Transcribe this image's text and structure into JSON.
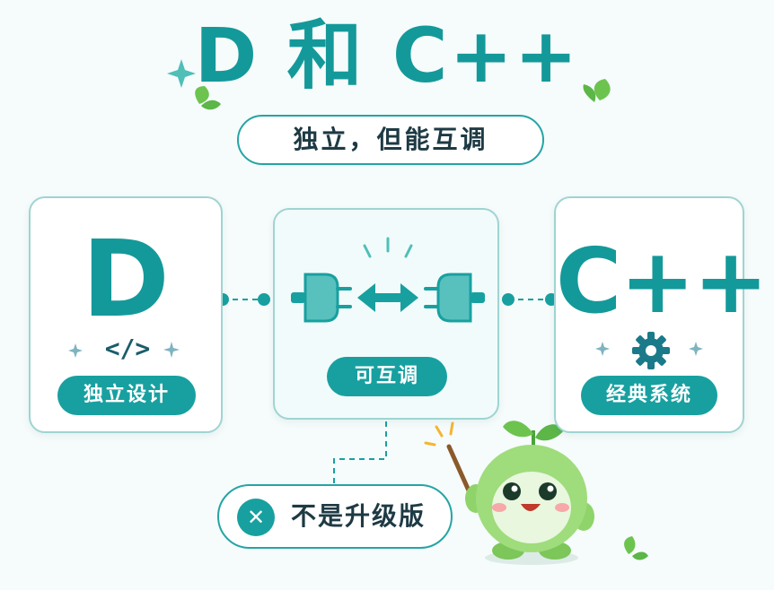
{
  "title": "D 和 C++",
  "subtitle": "独立，但能互调",
  "left_card": {
    "letter": "D",
    "code_symbol": "</>",
    "label": "独立设计"
  },
  "middle_card": {
    "label": "可互调"
  },
  "right_card": {
    "letter": "C++",
    "label": "经典系统"
  },
  "note": {
    "mark": "✕",
    "text": "不是升级版"
  },
  "colors": {
    "primary": "#18a0a0",
    "dark_text": "#1e3a44",
    "leaf_green": "#6cc44f",
    "mascot_body": "#9fdc7c"
  },
  "icons": [
    "sparkle-icon",
    "leaf-icon",
    "code-icon",
    "plug-icon",
    "double-arrow-icon",
    "gear-icon",
    "close-icon",
    "mascot"
  ]
}
